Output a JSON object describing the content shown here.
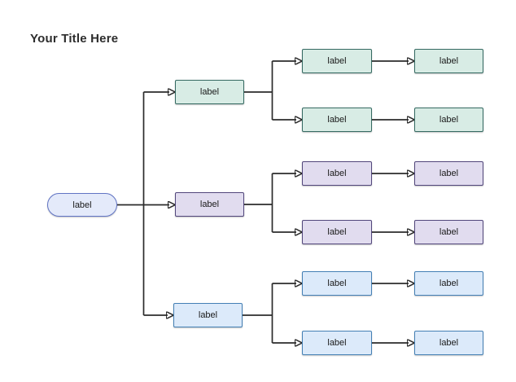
{
  "title": "Your Title Here",
  "colors": {
    "canvas_bg": "#ffffff",
    "title_text": "#2d2d2d",
    "node_text": "#1a1a1a",
    "connector": "#2b2b2b",
    "root_fill": "#e4eafa",
    "root_border": "#6174c4",
    "green_fill": "#d8ece5",
    "green_border": "#356a62",
    "purple_fill": "#e1dcef",
    "purple_border": "#52477c",
    "blue_fill": "#dceafa",
    "blue_border": "#4480b5"
  },
  "tree": {
    "root": {
      "label": "label"
    },
    "branches": [
      {
        "label": "label",
        "theme": "green",
        "children": [
          {
            "label": "label",
            "child": {
              "label": "label"
            }
          },
          {
            "label": "label",
            "child": {
              "label": "label"
            }
          }
        ]
      },
      {
        "label": "label",
        "theme": "purple",
        "children": [
          {
            "label": "label",
            "child": {
              "label": "label"
            }
          },
          {
            "label": "label",
            "child": {
              "label": "label"
            }
          }
        ]
      },
      {
        "label": "label",
        "theme": "blue",
        "children": [
          {
            "label": "label",
            "child": {
              "label": "label"
            }
          },
          {
            "label": "label",
            "child": {
              "label": "label"
            }
          }
        ]
      }
    ]
  }
}
